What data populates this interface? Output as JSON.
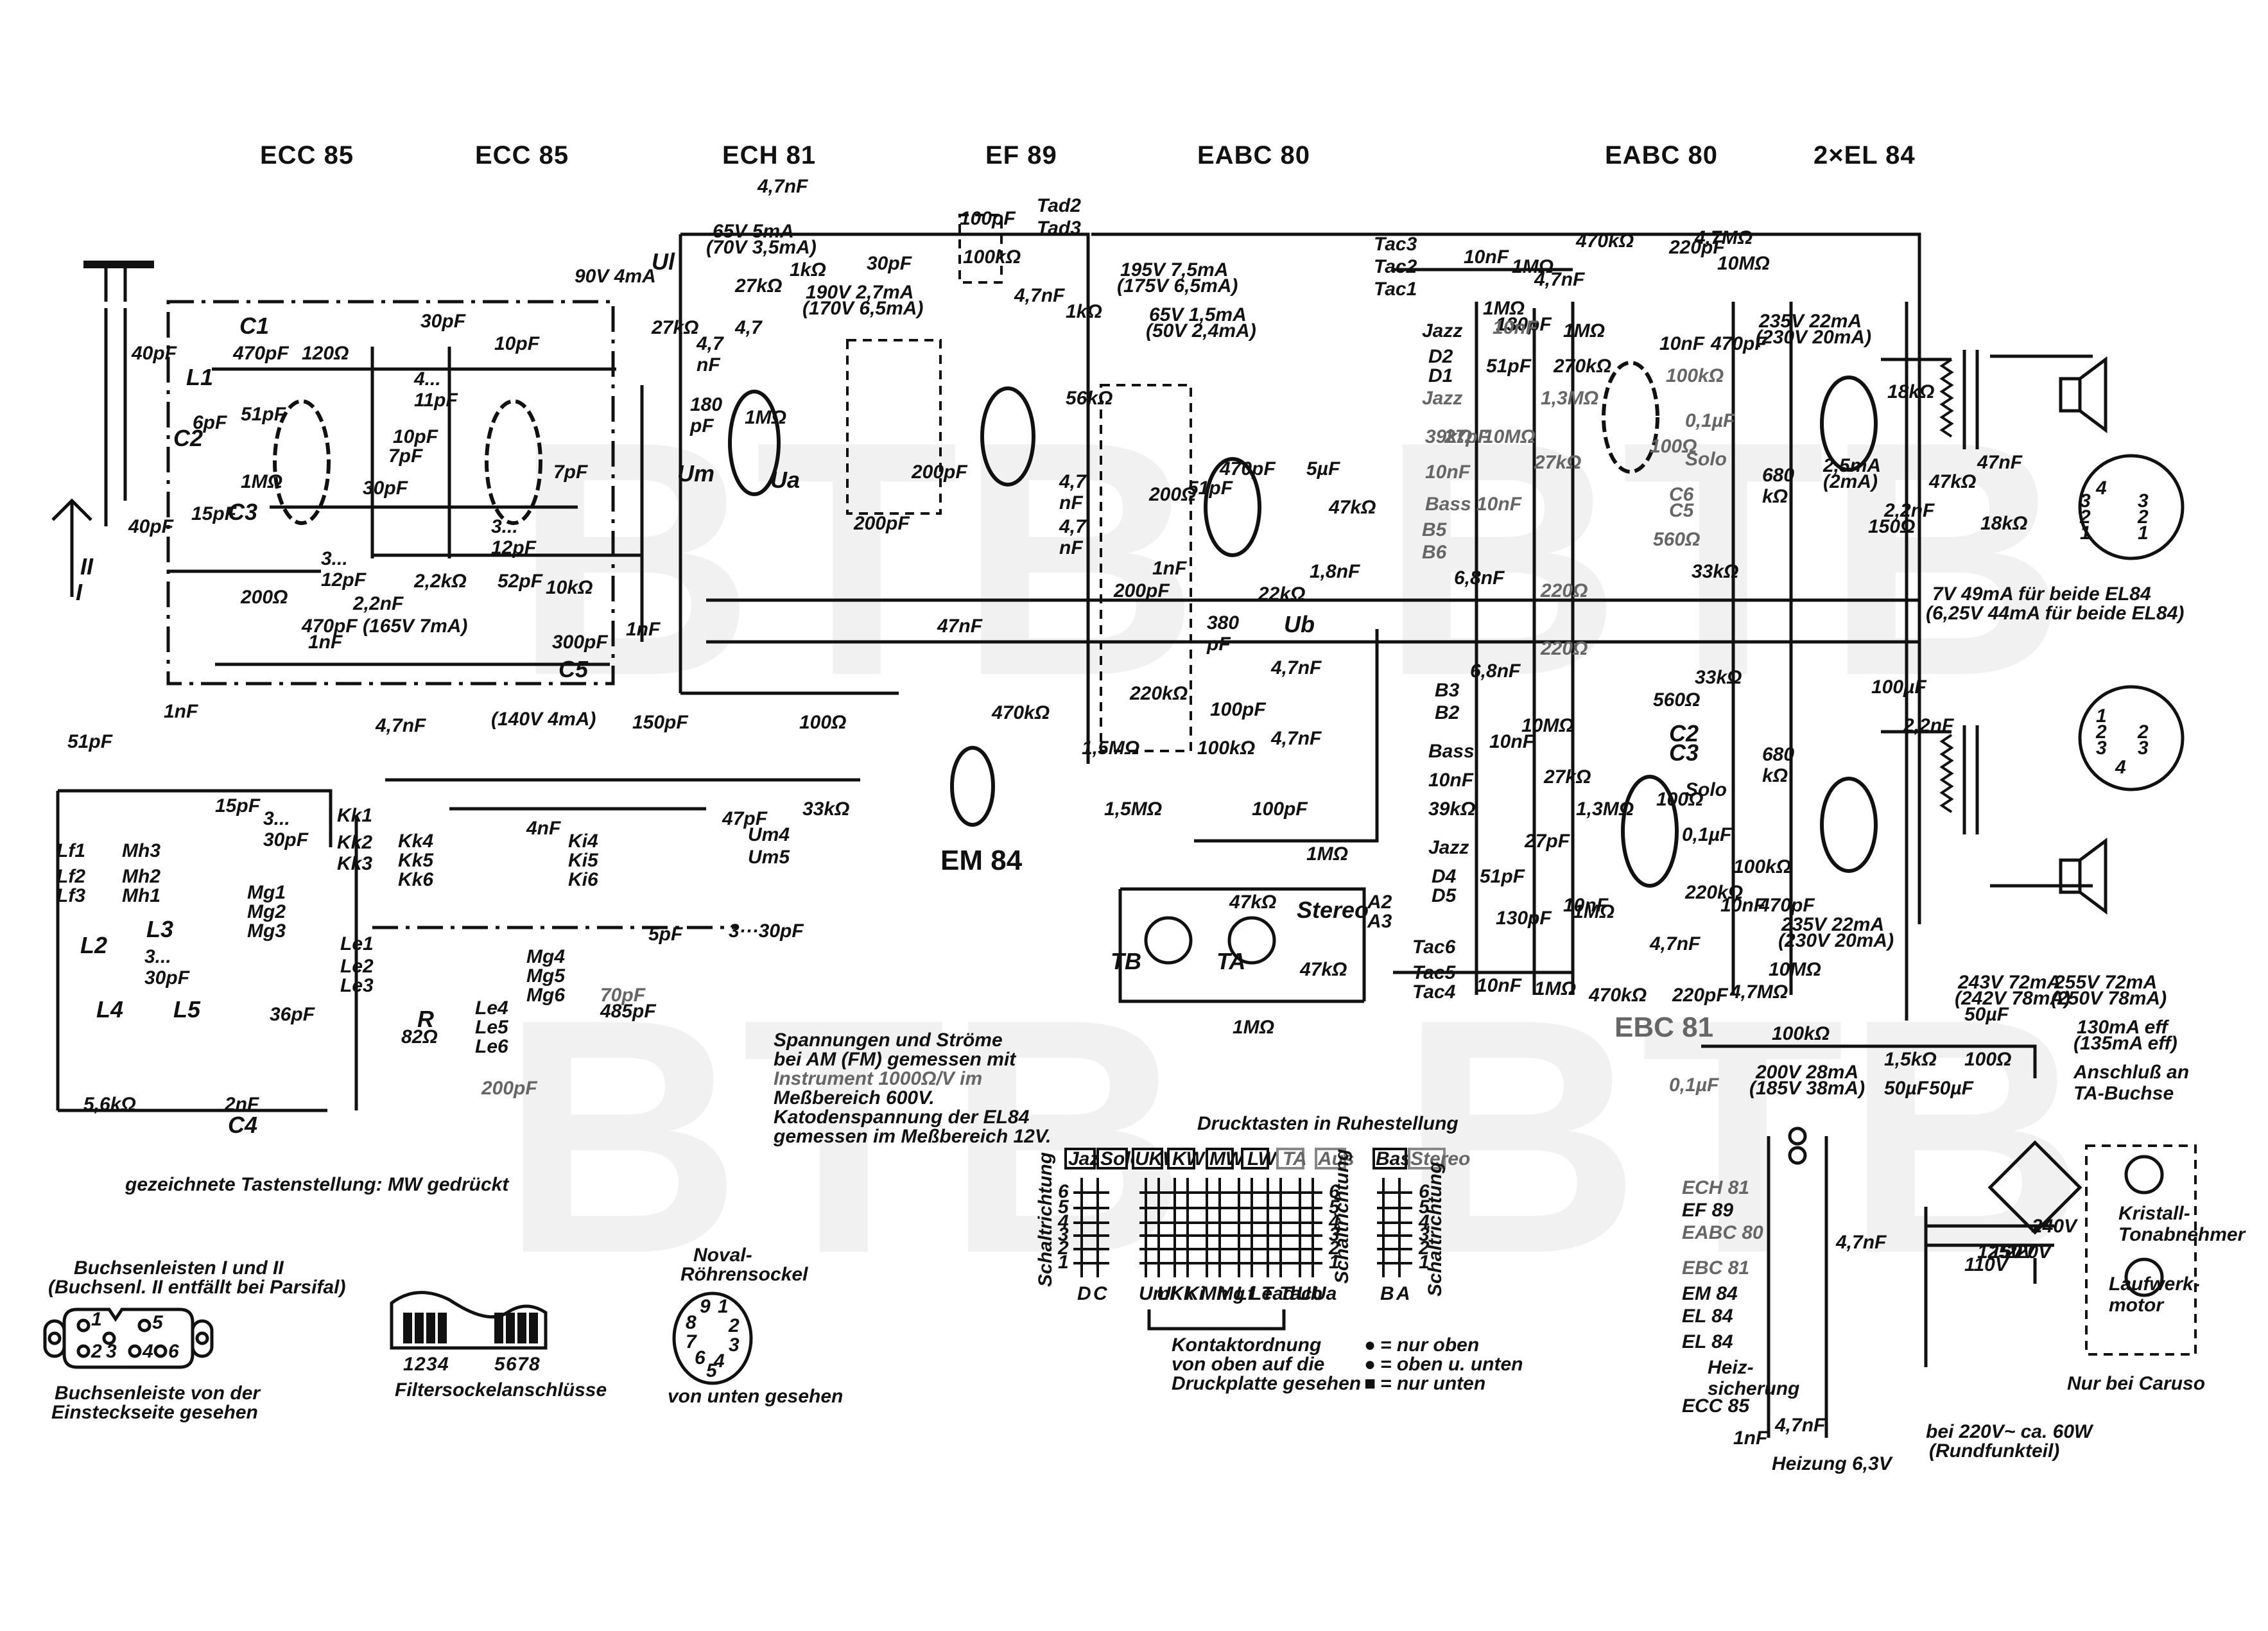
{
  "tubes": {
    "ecc85_1": "ECC 85",
    "ecc85_2": "ECC 85",
    "ech81": "ECH 81",
    "ef89": "EF 89",
    "eabc80_1": "EABC 80",
    "eabc80_2": "EABC 80",
    "el84": "2×EL 84",
    "em84": "EM 84",
    "ebc81": "EBC 81"
  },
  "component_labels": {
    "c1": "C1",
    "c1_val": "470pF",
    "r120": "120Ω",
    "l1": "L1",
    "c2": "C2",
    "c2_val": "6pF",
    "c51pf": "51pF",
    "r1m": "1MΩ",
    "c15pf": "15pF",
    "c3": "C3",
    "c40pf_a": "40pF",
    "c40pf_b": "40pF",
    "c30pf": "30pF",
    "c4_11": "4...\n11pF",
    "c10pf": "10pF",
    "c10pf_b": "10pF",
    "c7pf": "7pF",
    "c7pf_b": "7pF",
    "c30pf_b": "30pF",
    "c3_12": "3...\n12pF",
    "c3_12b": "3...\n12pF",
    "r200": "200Ω",
    "c470pf_b": "470pF",
    "c2_2nf": "2,2nF",
    "r2_2k": "2,2kΩ",
    "v165": "(165V 7mA)",
    "c52pf": "52pF",
    "r10k": "10kΩ",
    "c1nf_a": "1nF",
    "c1nf_b": "1nF",
    "c300pf": "300pF",
    "c5": "C5",
    "v140": "(140V 4mA)",
    "c4_7nf_a": "4,7nF",
    "c51pf_b": "51pF",
    "c1nf_c": "1nF",
    "v90": "90V 4mA",
    "c150pf": "150pF",
    "c180pf": "180\npF",
    "ech_top_cap": "4,7nF",
    "v65": "65V 5mA",
    "v65b": "(70V 3,5mA)",
    "r27k": "27kΩ",
    "r27k_v": "27kΩ",
    "r1k": "1kΩ",
    "c47": "4,7",
    "c47nf": "4,7\nnF",
    "v190": "190V 2,7mA",
    "v190b": "(170V 6,5mA)",
    "ul": "Ul",
    "ua": "Ua",
    "um": "Um",
    "c200pf": "200pF",
    "c200pf_b": "200pF",
    "c30pf_c": "30pF",
    "c100pf": "100pF",
    "r100k": "100kΩ",
    "tad2": "Tad2",
    "tad3": "Tad3",
    "c47nf_ef": "4,7nF",
    "r1k_b": "1kΩ",
    "r56k": "56kΩ",
    "c47nf_b": "4,7\nnF",
    "c47nf_c": "4,7\nnF",
    "v195": "195V 7,5mA",
    "v195b": "(175V 6,5mA)",
    "v65_2": "65V 1,5mA",
    "v65_2b": "(50V 2,4mA)",
    "c47nf_big": "47nF",
    "r100": "100Ω",
    "r33k": "33kΩ",
    "c47pf": "47pF",
    "um4": "Um4",
    "um5": "Um5",
    "c470pf_c": "470pF",
    "c5uf": "5µF",
    "r47k": "47kΩ",
    "c1_8nf": "1,8nF",
    "r22k": "22kΩ",
    "c380pf": "380\npF",
    "ub": "Ub",
    "c47nf_d": "4,7nF",
    "c200pf_v": "200pF",
    "c1nf_d": "1nF",
    "r200_v": "200Ω",
    "c51pf_v": "51pF",
    "r220k": "220kΩ",
    "c100pf_b": "100pF",
    "r1_5m": "1,5MΩ",
    "r1_5m_b": "1,5MΩ",
    "r100k_b": "100kΩ",
    "c4_7nf_e": "4,7nF",
    "c100pf_c": "100pF",
    "r470k": "470kΩ",
    "r1m_b": "1MΩ",
    "r1m_c": "1MΩ",
    "r47k_b": "47kΩ",
    "r47k_c": "47kΩ",
    "stereo": "Stereo",
    "a2": "A2",
    "a3": "A3",
    "tb": "TB",
    "ta": "TA",
    "tac3": "Tac3",
    "tac2": "Tac2",
    "tac1": "Tac1",
    "tac6": "Tac6",
    "tac5": "Tac5",
    "tac4": "Tac4",
    "c10nf_top": "10nF",
    "r1m_top": "1MΩ",
    "r470k_top": "470kΩ",
    "jazz": "Jazz",
    "d2": "D2",
    "d1": "D1",
    "c130pf": "130pF",
    "c51pf_j": "51pF",
    "jazz2": "Jazz",
    "c27pf": "27pF",
    "r39k": "39kΩ",
    "c10nf_j": "10nF",
    "bass": "Bass",
    "b5": "B5",
    "b6": "B6",
    "c6_8nf": "6,8nF",
    "r27k_j": "27kΩ",
    "c10nf_j2": "10nF",
    "r1_3m": "1,3MΩ",
    "r220": "220Ω",
    "r220_b": "220Ω",
    "r1m_pot": "1MΩ",
    "c10nf_tube": "10nF",
    "c47nf_tube": "4,7nF",
    "r10m": "10MΩ",
    "r270k": "270kΩ",
    "c220pf": "220pF",
    "r4_7m": "4,7MΩ",
    "r10m_b": "10MΩ",
    "c10nf_b": "10nF",
    "c470pf_d": "470pF",
    "v235": "235V 22mA",
    "v235b": "(230V 20mA)",
    "r100k_c": "100kΩ",
    "c0_1uf": "0,1µF",
    "r100_b": "100Ω",
    "solo": "Solo",
    "c6": "C6",
    "c5b": "C5",
    "r680k": "680\nkΩ",
    "r560": "560Ω",
    "r33k_b": "33kΩ",
    "i_25": "2,5mA",
    "i_2": "(2mA)",
    "r150": "150Ω",
    "r18k": "18kΩ",
    "c2_2nf_b": "2,2nF",
    "r47k_ot": "47kΩ",
    "c47nf_ot": "47nF",
    "r18k_b": "18kΩ",
    "v7": "7V 49mA für beide EL84",
    "v7b": "(6,25V 44mA für beide EL84)",
    "b3": "B3",
    "b2": "B2",
    "c6_8nf_b": "6,8nF",
    "c10nf_b2": "10nF",
    "bass2": "Bass",
    "c10nf_b3": "10nF",
    "r39k_b": "39kΩ",
    "jazz3": "Jazz",
    "d4": "D4",
    "d5": "D5",
    "c51pf_d": "51pF",
    "c27pf_b": "27pF",
    "c130pf_b": "130pF",
    "r27k_b": "27kΩ",
    "r1_3m_b": "1,3MΩ",
    "r10m_c": "10MΩ",
    "c10nf_c": "10nF",
    "r560_b": "560Ω",
    "r33k_c": "33kΩ",
    "solo2": "Solo",
    "c0_1uf_b": "0,1µF",
    "r100_c": "100Ω",
    "r680k_b": "680\nkΩ",
    "r100k_d": "100kΩ",
    "c100uf": "100µF",
    "c2_2nf_c": "2,2nF",
    "r220k_b": "220kΩ",
    "c4_7nf_f": "4,7nF",
    "r1m_d": "1MΩ",
    "c10nf_d": "10nF",
    "c470pf_e": "470pF",
    "v235_2": "235V 22mA",
    "v235_2b": "(230V 20mA)",
    "r10m_d": "10MΩ",
    "r4_7m_b": "4,7MΩ",
    "c220pf_b": "220pF",
    "r1m_e": "1MΩ",
    "r470k_b": "470kΩ",
    "c10nf_e": "10nF",
    "r100k_e": "100kΩ",
    "c0_1uf_c": "0,1µF",
    "v200": "200V 28mA",
    "v200b": "(185V 38mA)",
    "r1_5k": "1,5kΩ",
    "c50uf_a": "50µF",
    "c50uf_b": "50µF",
    "r100_d": "100Ω",
    "c50uf_c": "50µF",
    "v243": "243V 72mA",
    "v243b": "(242V 78mA)",
    "v255": "255V 72mA",
    "v255b": "(250V 78mA)",
    "i130": "130mA eff",
    "i135": "(135mA eff)",
    "ta_buchse": "Anschluß an\nTA-Buchse",
    "kristall": "Kristall-\nTonabnehmer",
    "motor": "Laufwerk-\nmotor",
    "caruso": "Nur bei Caruso",
    "netz": "bei 220V~ ca. 60W",
    "netz_b": "(Rundfunkteil)",
    "t110": "110V",
    "t125": "125V",
    "t150": "150V",
    "t220": "220V",
    "t240": "240V",
    "heiz": "Heizung 6,3V",
    "heiz_sich": "Heiz-\nsicherung",
    "c1nf_h": "1nF",
    "c4_7nf_h": "4,7nF",
    "c4_7nf_h2": "4,7nF",
    "kk1": "Kk1",
    "kk2": "Kk2",
    "kk3": "Kk3",
    "kk4": "Kk4",
    "kk5": "Kk5",
    "kk6": "Kk6",
    "ki4": "Ki4",
    "ki5": "Ki5",
    "ki6": "Ki6",
    "c15pf_o": "15pF",
    "c3_30": "3...\n30pF",
    "c3_30b": "3...\n30pF",
    "c3_30c": "3···30pF",
    "c4nf": "4nF",
    "c5pf": "5pF",
    "lf1": "Lf1",
    "lf2": "Lf2",
    "lf3": "Lf3",
    "mh3": "Mh3",
    "mh2": "Mh2",
    "mh1": "Mh1",
    "mg1": "Mg1",
    "mg2": "Mg2",
    "mg3": "Mg3",
    "mg4": "Mg4",
    "mg5": "Mg5",
    "mg6": "Mg6",
    "l2": "L2",
    "l3": "L3",
    "l4": "L4",
    "l5": "L5",
    "c36pf": "36pF",
    "le1": "Le1",
    "le2": "Le2",
    "le3": "Le3",
    "le4": "Le4",
    "le5": "Le5",
    "le6": "Le6",
    "r5_6k": "5,6kΩ",
    "c2nf": "2nF",
    "c4": "C4",
    "r_label": "R",
    "r82": "82Ω",
    "c485pf": "485pF",
    "c70pf": "70pF",
    "c200pf_o": "200pF",
    "ant_i": "I",
    "ant_ii": "II",
    "c51pf_a": "51pF",
    "c1nf_ant": "1nF"
  },
  "notes": {
    "measure": [
      "Spannungen und Ströme",
      "bei AM (FM) gemessen mit",
      "Instrument 1000Ω/V im",
      "Meßbereich 600V.",
      "Katodenspannung der EL84",
      "gemessen im Meßbereich 12V."
    ],
    "key_position": "gezeichnete Tastenstellung: MW gedrückt"
  },
  "sockets": {
    "buchsen_title": [
      "Buchsenleisten I und II",
      "(Buchsenl. II entfällt bei Parsifal)"
    ],
    "buchsen_caption": [
      "Buchsenleiste von der",
      "Einsteckseite gesehen"
    ],
    "buchsen_pins": [
      "1",
      "2",
      "3",
      "4",
      "5",
      "6"
    ],
    "filter_pins": [
      "1",
      "2",
      "3",
      "4",
      "5",
      "6",
      "7",
      "8"
    ],
    "filter_caption": "Filtersockelanschlüsse",
    "noval_title": [
      "Noval-",
      "Röhrensockel"
    ],
    "noval_pins": [
      "1",
      "2",
      "3",
      "4",
      "5",
      "6",
      "7",
      "8",
      "9"
    ],
    "noval_caption": "von unten gesehen"
  },
  "pushbuttons": {
    "title": "Drucktasten in Ruhestellung",
    "buttons_left": [
      "Jazz",
      "Solo"
    ],
    "buttons_main": [
      "UKW",
      "KW",
      "MW",
      "LW",
      "TA",
      "Aus"
    ],
    "buttons_right": [
      "Bass",
      "Stereo"
    ],
    "row_numbers": [
      "6",
      "5",
      "4",
      "3",
      "2",
      "1"
    ],
    "direction": "Schaltrichtung",
    "cols_left": [
      "D",
      "C"
    ],
    "cols_main": [
      "Um",
      "Ul",
      "Kk",
      "Ki",
      "Mh",
      "Mg",
      "Lf",
      "Le",
      "Tad",
      "Tac",
      "Ub",
      "Ua"
    ],
    "cols_right": [
      "B",
      "A"
    ],
    "caption": [
      "Kontaktordnung",
      "von oben auf die",
      "Druckplatte gesehen"
    ],
    "legend": [
      {
        "symbol": "●",
        "label": "= nur oben"
      },
      {
        "symbol": "●",
        "label": "= oben u. unten"
      },
      {
        "symbol": "■",
        "label": "= nur unten"
      }
    ]
  },
  "heater": {
    "tubes": [
      "ECH 81",
      "EF 89",
      "EABC 80",
      "EBC 81",
      "EM 84",
      "EL 84",
      "EL 84",
      "ECC 85"
    ]
  },
  "speaker_conn": {
    "pins_upper": [
      "4",
      "3",
      "3",
      "2",
      "2",
      "1",
      "1"
    ],
    "pins_lower": [
      "1",
      "2",
      "2",
      "3",
      "3",
      "4"
    ]
  },
  "watermark": "BTB"
}
